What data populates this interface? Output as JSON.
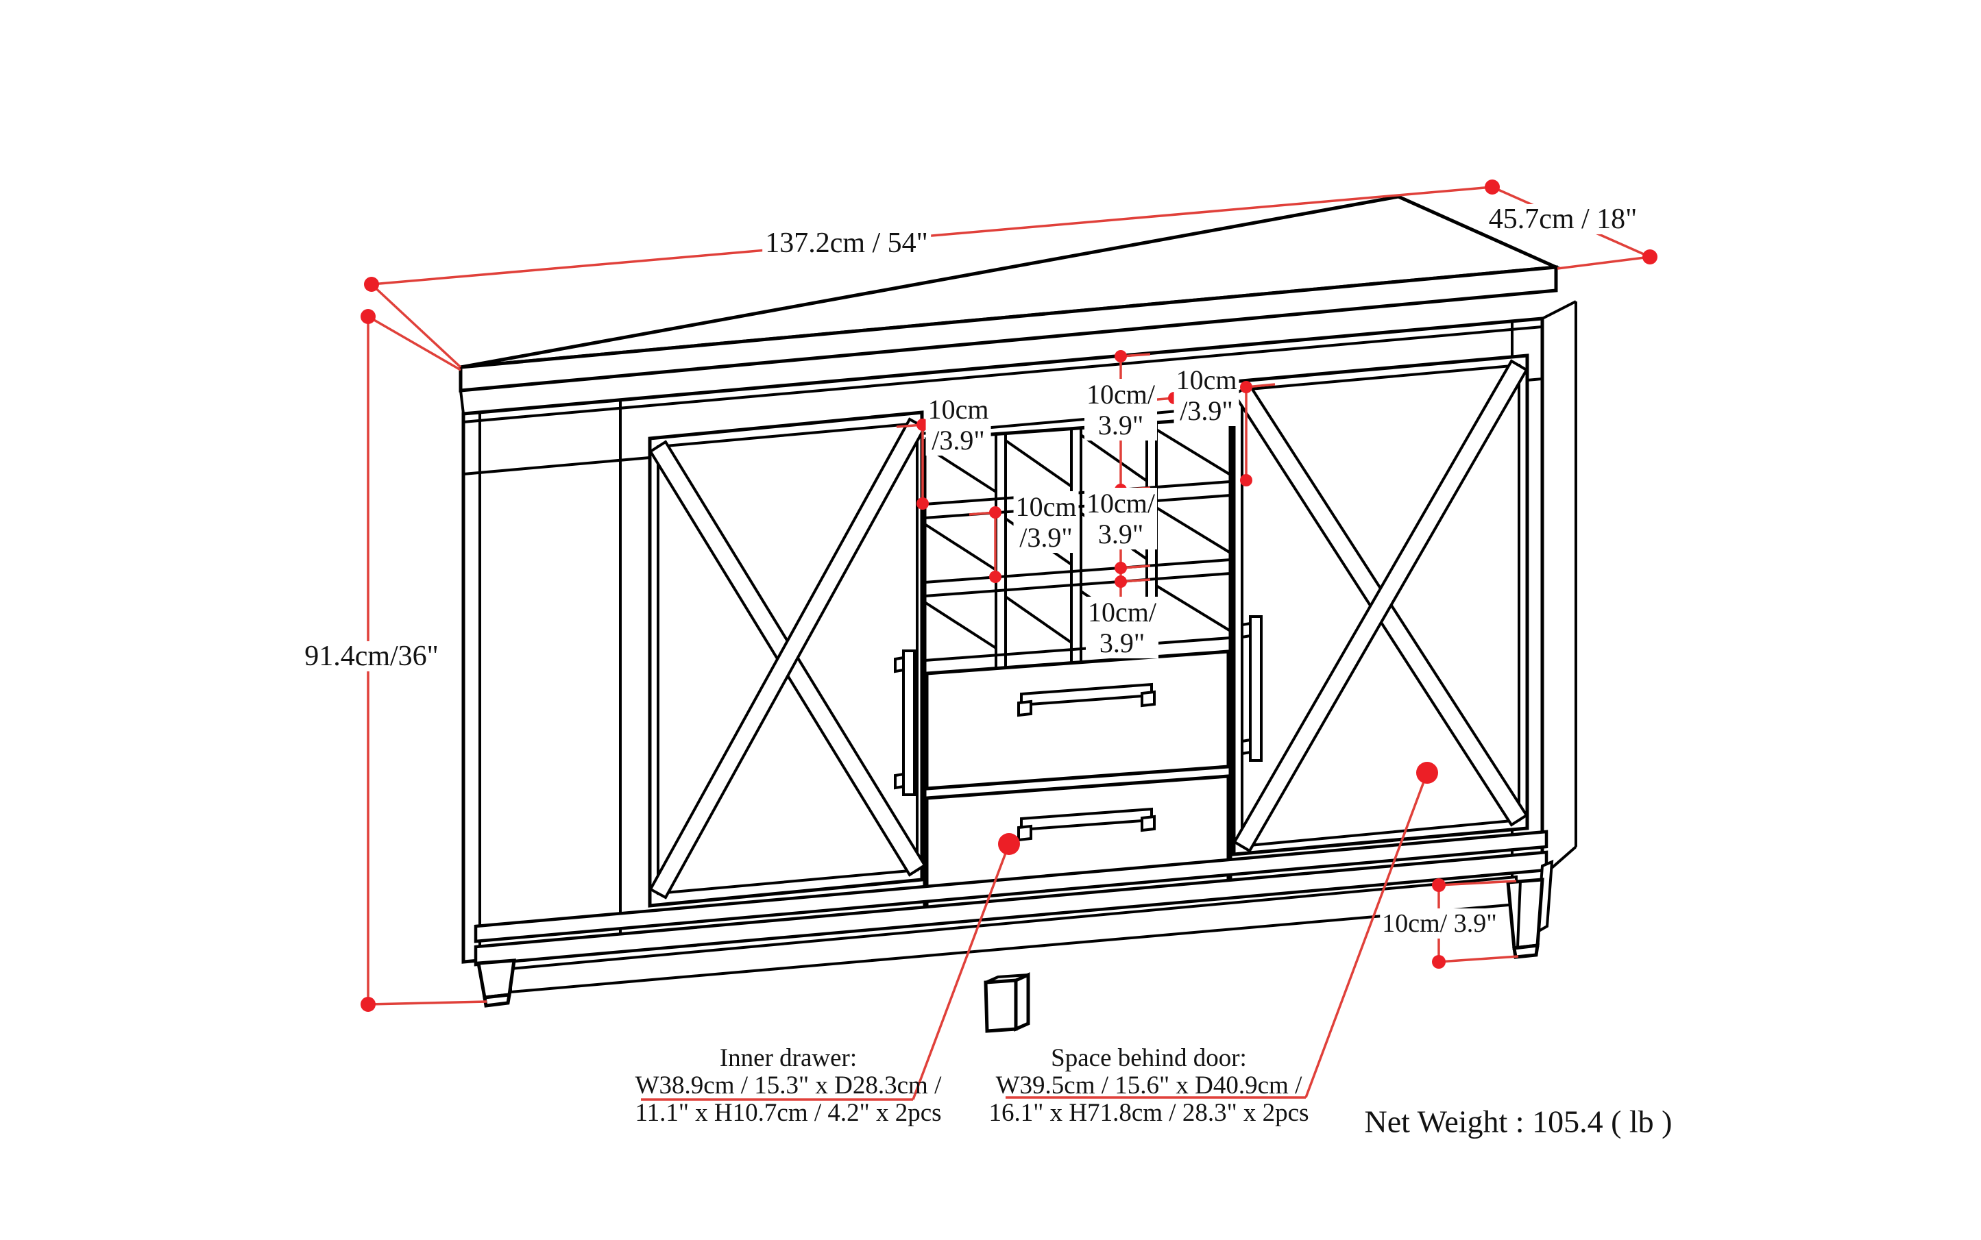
{
  "diagram": {
    "type": "furniture-dimension-drawing",
    "dimensions": {
      "width": "137.2cm / 54\"",
      "depth": "45.7cm / 18\"",
      "height": "91.4cm/36\"",
      "leg_height": "10cm/ 3.9\""
    },
    "wine_rack_labels": [
      {
        "line1": "10cm",
        "line2": "/3.9\""
      },
      {
        "line1": "10cm/",
        "line2": "3.9\""
      },
      {
        "line1": "10cm",
        "line2": "/3.9\""
      },
      {
        "line1": "10cm",
        "line2": "/3.9\""
      },
      {
        "line1": "10cm/",
        "line2": "3.9\""
      },
      {
        "line1": "10cm/",
        "line2": "3.9\""
      }
    ],
    "callouts": {
      "inner_drawer": {
        "title": "Inner drawer:",
        "line1": "W38.9cm / 15.3\" x D28.3cm /",
        "line2": "11.1\" x H10.7cm / 4.2\" x 2pcs"
      },
      "space_behind_door": {
        "title": "Space behind door:",
        "line1": "W39.5cm / 15.6\" x D40.9cm /",
        "line2": "16.1\" x H71.8cm / 28.3\" x 2pcs"
      }
    },
    "net_weight": "Net Weight : 105.4 ( lb )",
    "colors": {
      "dimension_red": "#e0403a",
      "dot_red": "#ec1f26",
      "line_black": "#000000"
    }
  }
}
